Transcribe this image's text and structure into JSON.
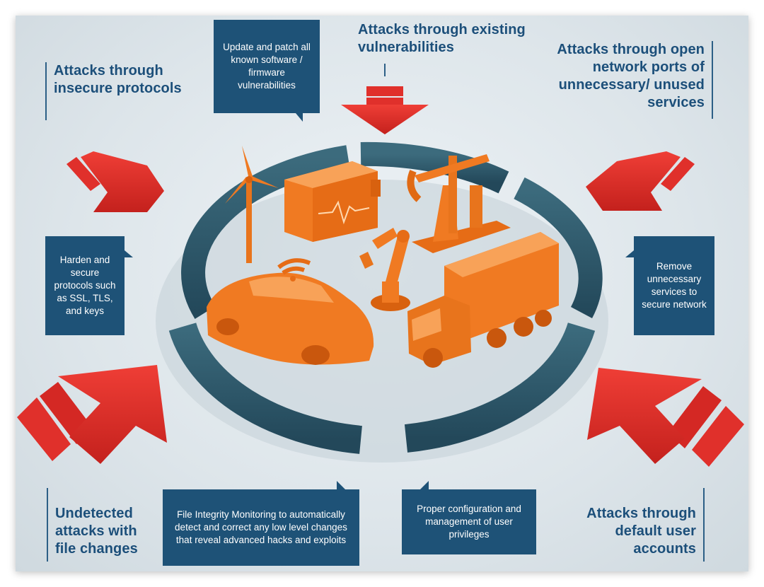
{
  "labels": {
    "insecure_protocols": "Attacks through insecure protocols",
    "existing_vulnerabilities": "Attacks through existing vulnerabilities",
    "open_ports": "Attacks through open network ports of unnecessary/ unused services",
    "undetected_file_changes": "Undetected attacks with file changes",
    "default_accounts": "Attacks through default user accounts"
  },
  "boxes": {
    "update_patch": "Update and patch all known software / firmware vulnerabilities",
    "harden_protocols": "Harden and secure protocols such as SSL, TLS, and keys",
    "remove_services": "Remove unnecessary services to secure network",
    "file_integrity": "File Integrity Monitoring to automatically detect and correct any low level changes that reveal advanced hacks and exploits",
    "user_privileges": "Proper configuration and management of user privileges"
  },
  "colors": {
    "arrow_red": "#e0302b",
    "ring_teal": "#2d5566",
    "device_orange": "#f07a22",
    "box_blue": "#1e5277",
    "label_blue": "#1c4f7a"
  },
  "icons": [
    "wind-turbine-icon",
    "monitor-icon",
    "oil-pump-icon",
    "robot-arm-icon",
    "car-icon",
    "truck-icon",
    "wifi-icon"
  ]
}
